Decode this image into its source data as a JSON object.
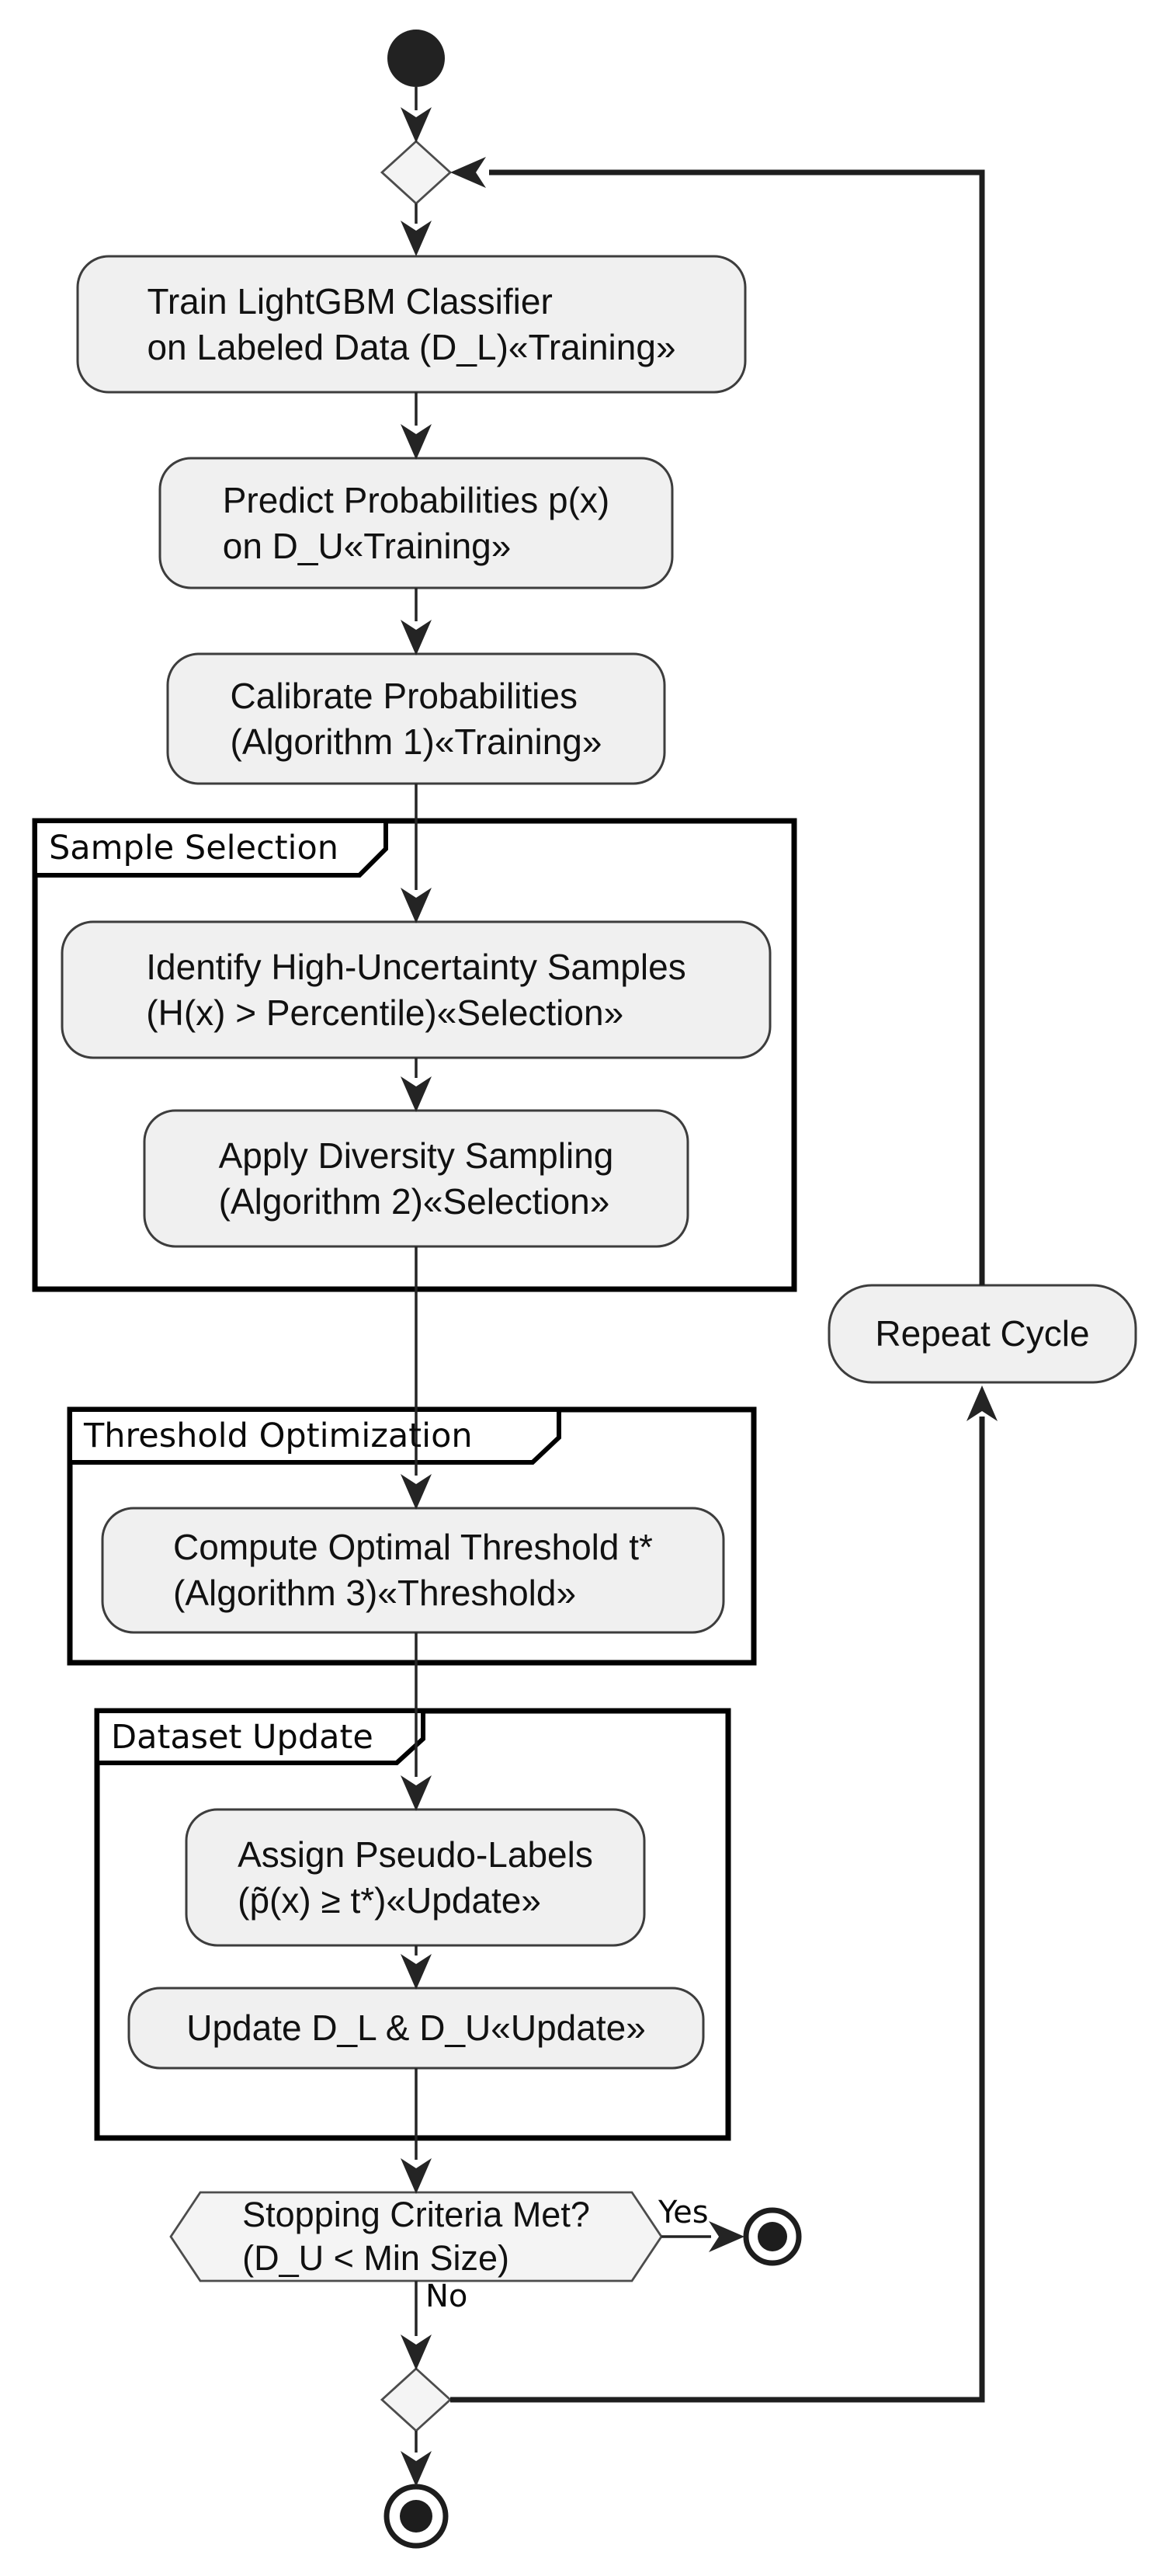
{
  "diagram": {
    "kind": "activity-flowchart",
    "background": "#ffffff"
  },
  "colors": {
    "node_fill": "#f0f0f0",
    "decision_fill": "#f4f4f4",
    "node_stroke": "#3d3d3d",
    "partition_border": "#000000",
    "flow_line": "#242424",
    "text": "#111111"
  },
  "nodes": {
    "train": {
      "label": "Train LightGBM Classifier\non Labeled Data (D_L)«Training»"
    },
    "predict": {
      "label": "Predict Probabilities p(x)\non D_U«Training»"
    },
    "calibrate": {
      "label": "Calibrate Probabilities\n(Algorithm 1)«Training»"
    },
    "identify": {
      "label": "Identify High-Uncertainty Samples\n(H(x) > Percentile)«Selection»"
    },
    "diversity": {
      "label": "Apply Diversity Sampling\n(Algorithm 2)«Selection»"
    },
    "compute_threshold": {
      "label": "Compute Optimal Threshold t*\n(Algorithm 3)«Threshold»"
    },
    "assign_labels": {
      "label": "Assign Pseudo-Labels\n(p̃(x) ≥ t*)«Update»"
    },
    "update_datasets": {
      "label": "Update D_L & D_U«Update»"
    },
    "repeat_cycle": {
      "label": "Repeat Cycle"
    },
    "stopping_decision": {
      "label": "Stopping Criteria Met?\n(D_U < Min Size)"
    }
  },
  "partitions": {
    "sample_selection": {
      "label": "Sample Selection"
    },
    "threshold_optimization": {
      "label": "Threshold Optimization"
    },
    "dataset_update": {
      "label": "Dataset Update"
    }
  },
  "edge_labels": {
    "yes": "Yes",
    "no": "No"
  }
}
